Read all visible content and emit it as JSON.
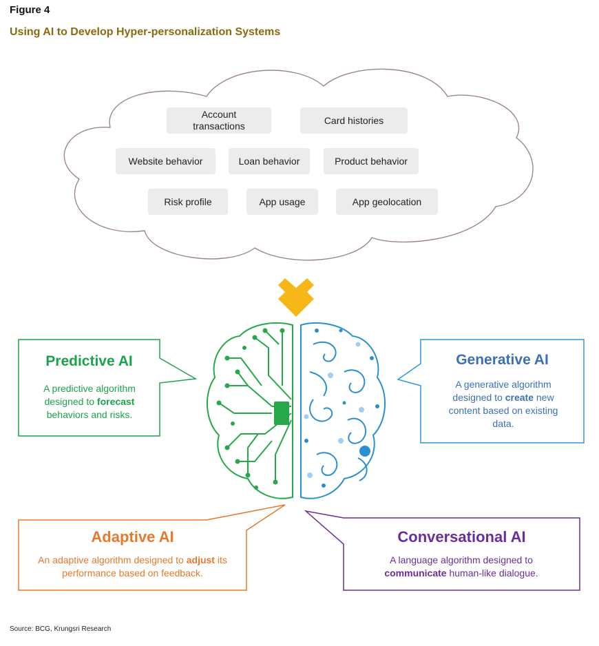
{
  "figure_label": "Figure 4",
  "figure_title": "Using AI to Develop Hyper-personalization Systems",
  "source": "Source: BCG, Krungsri Research",
  "data_cloud": {
    "items": [
      {
        "label": "Account\ntransactions"
      },
      {
        "label": "Card histories"
      },
      {
        "label": "Website behavior"
      },
      {
        "label": "Loan behavior"
      },
      {
        "label": "Product behavior"
      },
      {
        "label": "Risk profile"
      },
      {
        "label": "App usage"
      },
      {
        "label": "App geolocation"
      }
    ]
  },
  "boxes": {
    "predictive": {
      "title": "Predictive AI",
      "text_before": "A predictive algorithm designed to ",
      "emphasis": "forecast",
      "text_after": " behaviors and risks.",
      "color": "#1aa34a"
    },
    "generative": {
      "title": "Generative AI",
      "text_before": "A generative algorithm designed to ",
      "emphasis": "create",
      "text_after": " new content based on existing data.",
      "color": "#3b6fb6"
    },
    "adaptive": {
      "title": "Adaptive AI",
      "text_before": "An adaptive algorithm designed to ",
      "emphasis": "adjust",
      "text_after": " its performance based on feedback.",
      "color": "#e8782a"
    },
    "conversational": {
      "title": "Conversational AI",
      "text_before": "A language algorithm designed to ",
      "emphasis": "communicate",
      "text_after": " human-like dialogue.",
      "color": "#6b2d9a"
    }
  },
  "colors": {
    "arrow": "#f7b718",
    "cloud_outline": "#9c8880",
    "brain_left": "#26a84a",
    "brain_right": "#2a8fd0"
  },
  "icons": {
    "arrow": "down-arrow-icon",
    "brain": "brain-circuit-icon"
  }
}
